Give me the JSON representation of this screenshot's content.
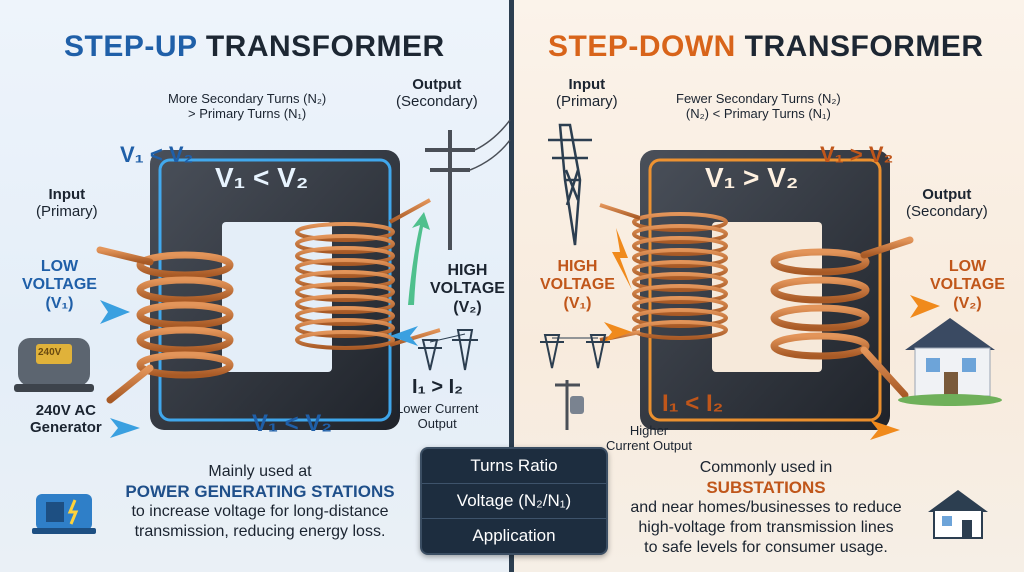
{
  "left": {
    "title_a": "STEP-UP",
    "title_b": "TRANSFORMER",
    "turns_note_1": "More Secondary Turns (N₂)",
    "turns_note_2": "> Primary Turns (N₁)",
    "voltage_relation": "V₁ < V₂",
    "core_label_top": "V₁ < V₂",
    "core_label_bottom": "V₁ < V₂",
    "input_label": "Input",
    "input_sub": "(Primary)",
    "output_label": "Output",
    "output_sub": "(Secondary)",
    "low_voltage_1": "LOW",
    "low_voltage_2": "VOLTAGE",
    "low_voltage_3": "(V₁)",
    "high_voltage_1": "HIGH",
    "high_voltage_2": "VOLTAGE",
    "high_voltage_3": "(V₂)",
    "generator_badge": "240V",
    "generator_label_1": "240V AC",
    "generator_label_2": "Generator",
    "current_relation": "I₁ > I₂",
    "current_note_1": "Lower Current",
    "current_note_2": "Output",
    "usage_1": "Mainly used at",
    "usage_2": "POWER GENERATING STATIONS",
    "usage_3": "to increase voltage for long-distance",
    "usage_4": "transmission, reducing energy loss."
  },
  "right": {
    "title_a": "STEP-DOWN",
    "title_b": "TRANSFORMER",
    "turns_note_1": "Fewer Secondary Turns (N₂)",
    "turns_note_2": "(N₂) < Primary Turns (N₁)",
    "voltage_relation": "V₁ > V₂",
    "core_label_top": "V₁ > V₂",
    "input_label": "Input",
    "input_sub": "(Primary)",
    "output_label": "Output",
    "output_sub": "(Secondary)",
    "high_voltage_1": "HIGH",
    "high_voltage_2": "VOLTAGE",
    "high_voltage_3": "(V₁)",
    "low_voltage_1": "LOW",
    "low_voltage_2": "VOLTAGE",
    "low_voltage_3": "(V₂)",
    "current_relation": "I₁ < I₂",
    "current_note_1": "Higher",
    "current_note_2": "Current Output",
    "usage_1": "Commonly used in",
    "usage_2": "SUBSTATIONS",
    "usage_3": "and near homes/businesses to reduce",
    "usage_4": "high-voltage from transmission lines",
    "usage_5": "to safe levels for consumer usage."
  },
  "center_box": {
    "row1": "Turns Ratio",
    "row2": "Voltage (N₂/N₁)",
    "row3": "Application"
  },
  "colors": {
    "step_up_accent": "#1f5fa8",
    "step_down_accent": "#d8641a",
    "copper": "#c7743c",
    "core": "#2b3038"
  }
}
